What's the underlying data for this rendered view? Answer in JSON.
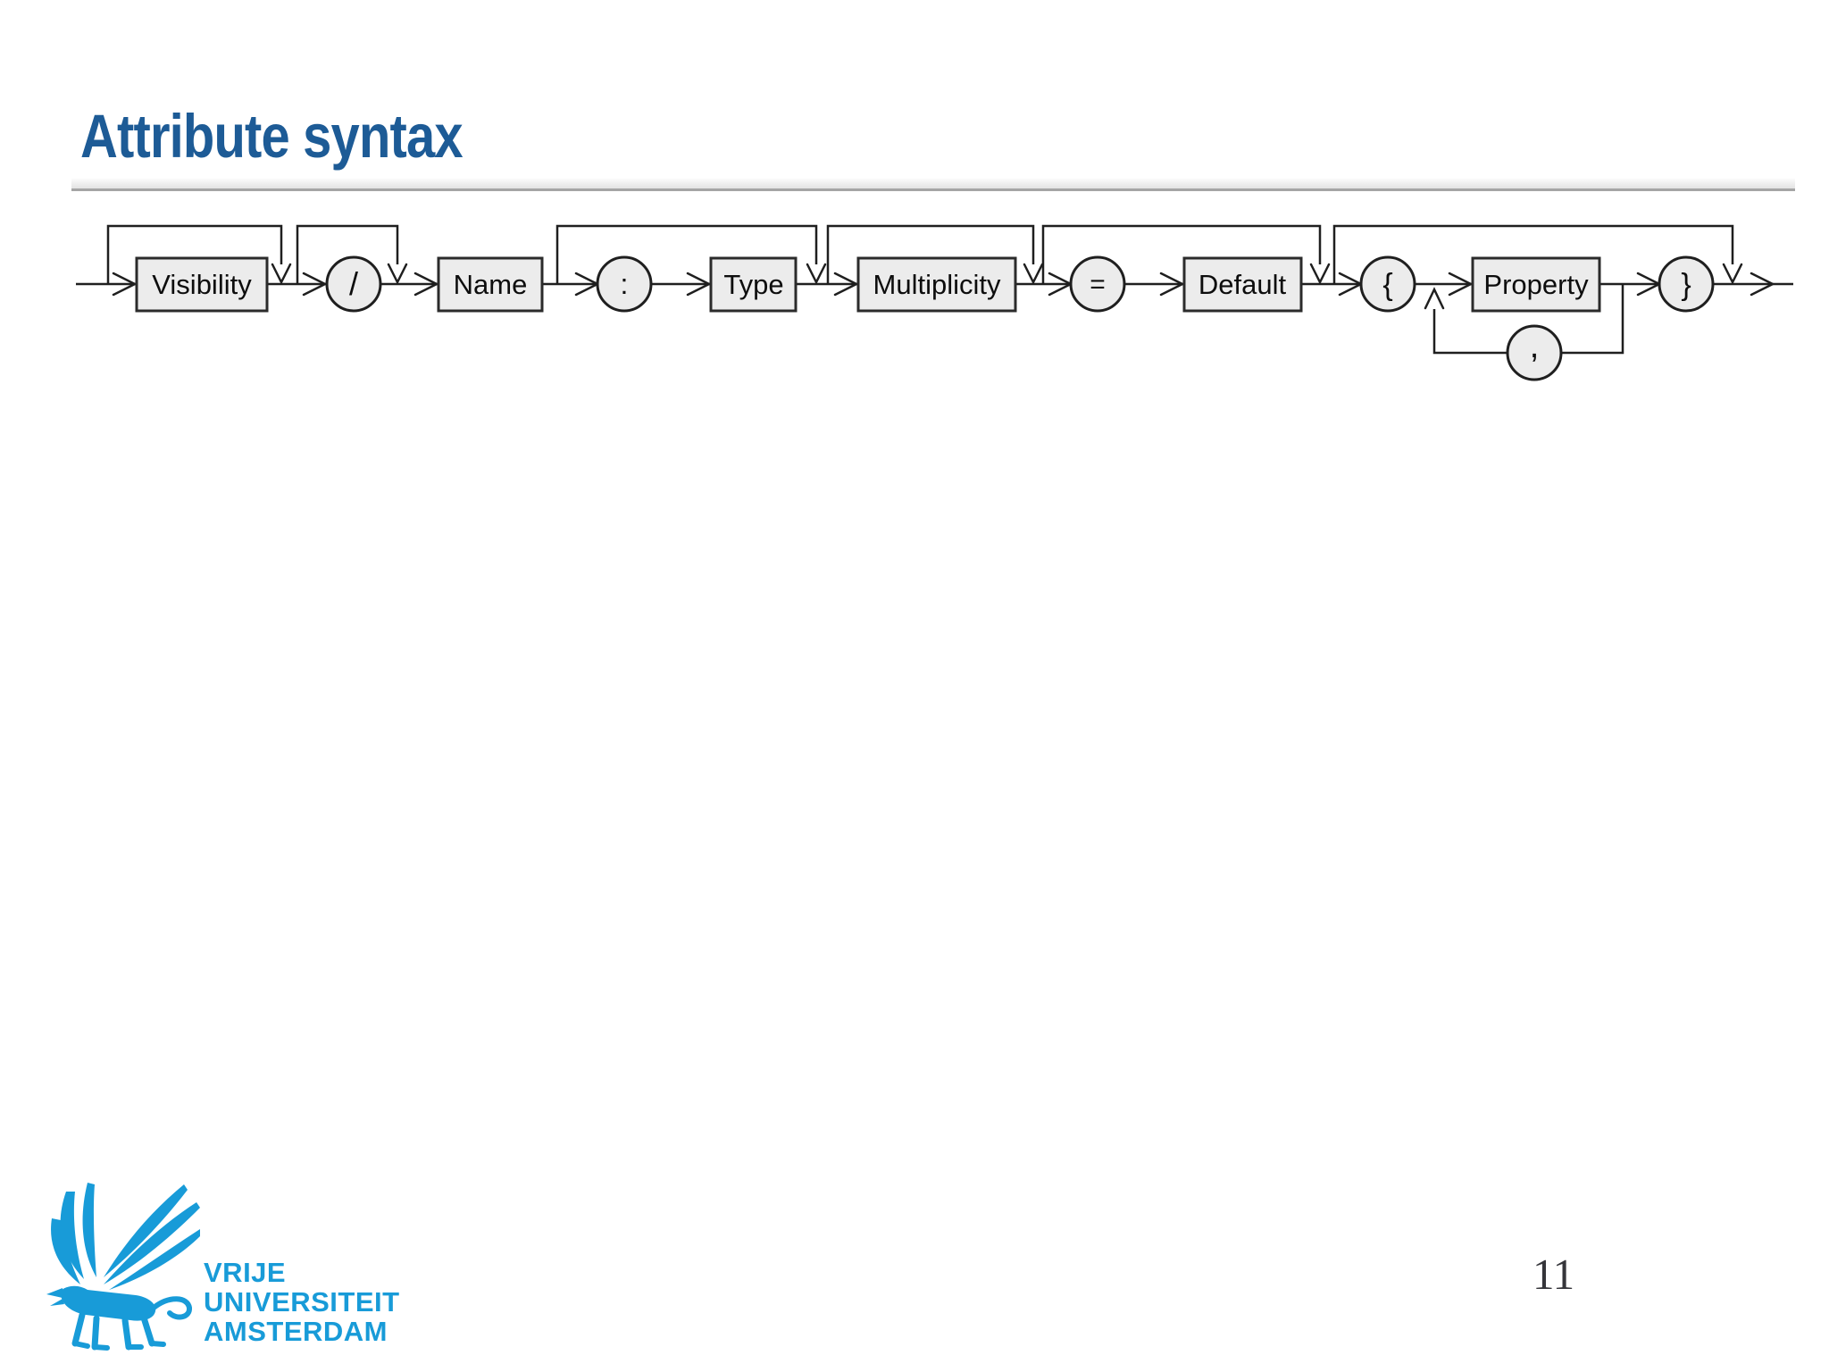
{
  "slide": {
    "title": "Attribute syntax",
    "page_number": "11"
  },
  "colors": {
    "title_blue": "#1D5B96",
    "rule_gray": "#A5A5A5",
    "logo_blue": "#189BD8",
    "diagram_line": "#1f1f1f",
    "node_fill": "#ececec",
    "node_border": "#2b2b2b"
  },
  "footer_logo": {
    "institution_lines": [
      "VRIJE",
      "UNIVERSITEIT",
      "AMSTERDAM"
    ]
  },
  "diagram": {
    "kind": "railroad-syntax-diagram",
    "structure": "[Visibility] [/] Name [: Type] [Multiplicity] [= Default] [{ Property (, Property)* }]",
    "optional_elements": [
      "Visibility",
      "/",
      ": Type",
      "Multiplicity",
      "= Default",
      "{ Property }"
    ],
    "repeatable_element": "Property (comma separated)",
    "nodes": {
      "visibility": "Visibility",
      "slash": "/",
      "name": "Name",
      "colon": ":",
      "type": "Type",
      "multiplicity": "Multiplicity",
      "equals": "=",
      "default": "Default",
      "open_brace": "{",
      "property": "Property",
      "comma": ",",
      "close_brace": "}"
    }
  }
}
